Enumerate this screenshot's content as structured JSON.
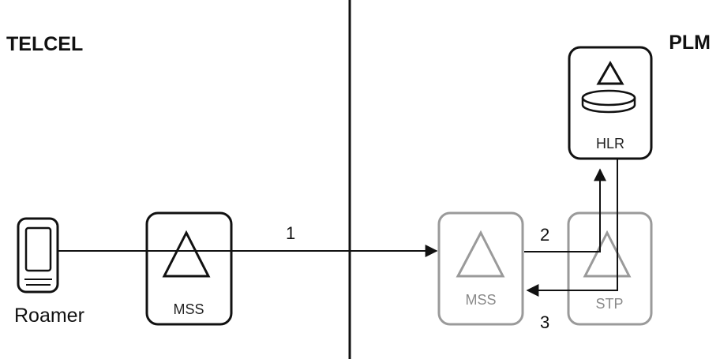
{
  "left_region_label": "TELCEL",
  "right_region_label": "PLM",
  "roamer_label": "Roamer",
  "nodes": {
    "mss_visited": "MSS",
    "mss_home": "MSS",
    "stp": "STP",
    "hlr": "HLR"
  },
  "steps": [
    "1",
    "2",
    "3"
  ],
  "colors": {
    "ink": "#111111",
    "faded": "#8a8a8a"
  }
}
